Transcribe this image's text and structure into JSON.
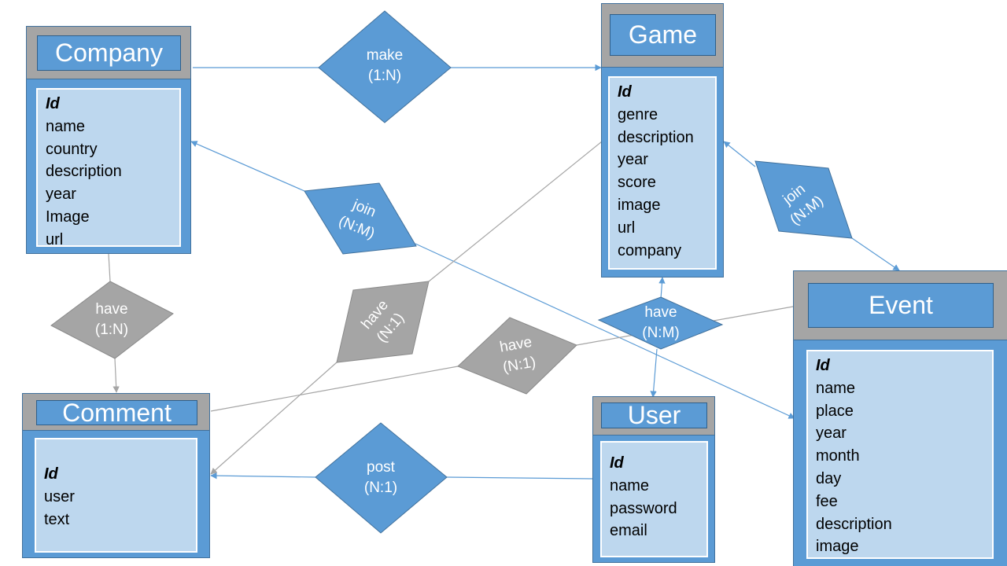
{
  "entities": {
    "company": {
      "title": "Company",
      "attributes": [
        "Id",
        "name",
        "country",
        "description",
        "year",
        "Image",
        "url"
      ]
    },
    "game": {
      "title": "Game",
      "attributes": [
        "Id",
        "genre",
        "description",
        "year",
        "score",
        "image",
        "url",
        "company"
      ]
    },
    "event": {
      "title": "Event",
      "attributes": [
        "Id",
        "name",
        "place",
        "year",
        "month",
        "day",
        "fee",
        "description",
        "image"
      ]
    },
    "comment": {
      "title": "Comment",
      "attributes": [
        "Id",
        "user",
        "text"
      ]
    },
    "user": {
      "title": "User",
      "attributes": [
        "Id",
        "name",
        "password",
        "email"
      ]
    }
  },
  "relationships": {
    "make": {
      "name": "make",
      "cardinality": "(1:N)"
    },
    "join_company_event": {
      "name": "join",
      "cardinality": "(N:M)"
    },
    "join_game_event": {
      "name": "join",
      "cardinality": "(N:M)"
    },
    "have_company_comment": {
      "name": "have",
      "cardinality": "(1:N)"
    },
    "have_game_comment": {
      "name": "have",
      "cardinality": "(N:1)"
    },
    "have_event_comment": {
      "name": "have",
      "cardinality": "(N:1)"
    },
    "have_game_user": {
      "name": "have",
      "cardinality": "(N:M)"
    },
    "post": {
      "name": "post",
      "cardinality": "(N:1)"
    }
  },
  "colors": {
    "entity_fill": "#5b9bd5",
    "entity_header": "#a5a5a5",
    "attribute_panel": "#bdd7ee",
    "blue_relationship": "#5b9bd5",
    "gray_relationship": "#a5a5a5",
    "blue_line": "#5b9bd5",
    "gray_line": "#a5a5a5"
  }
}
